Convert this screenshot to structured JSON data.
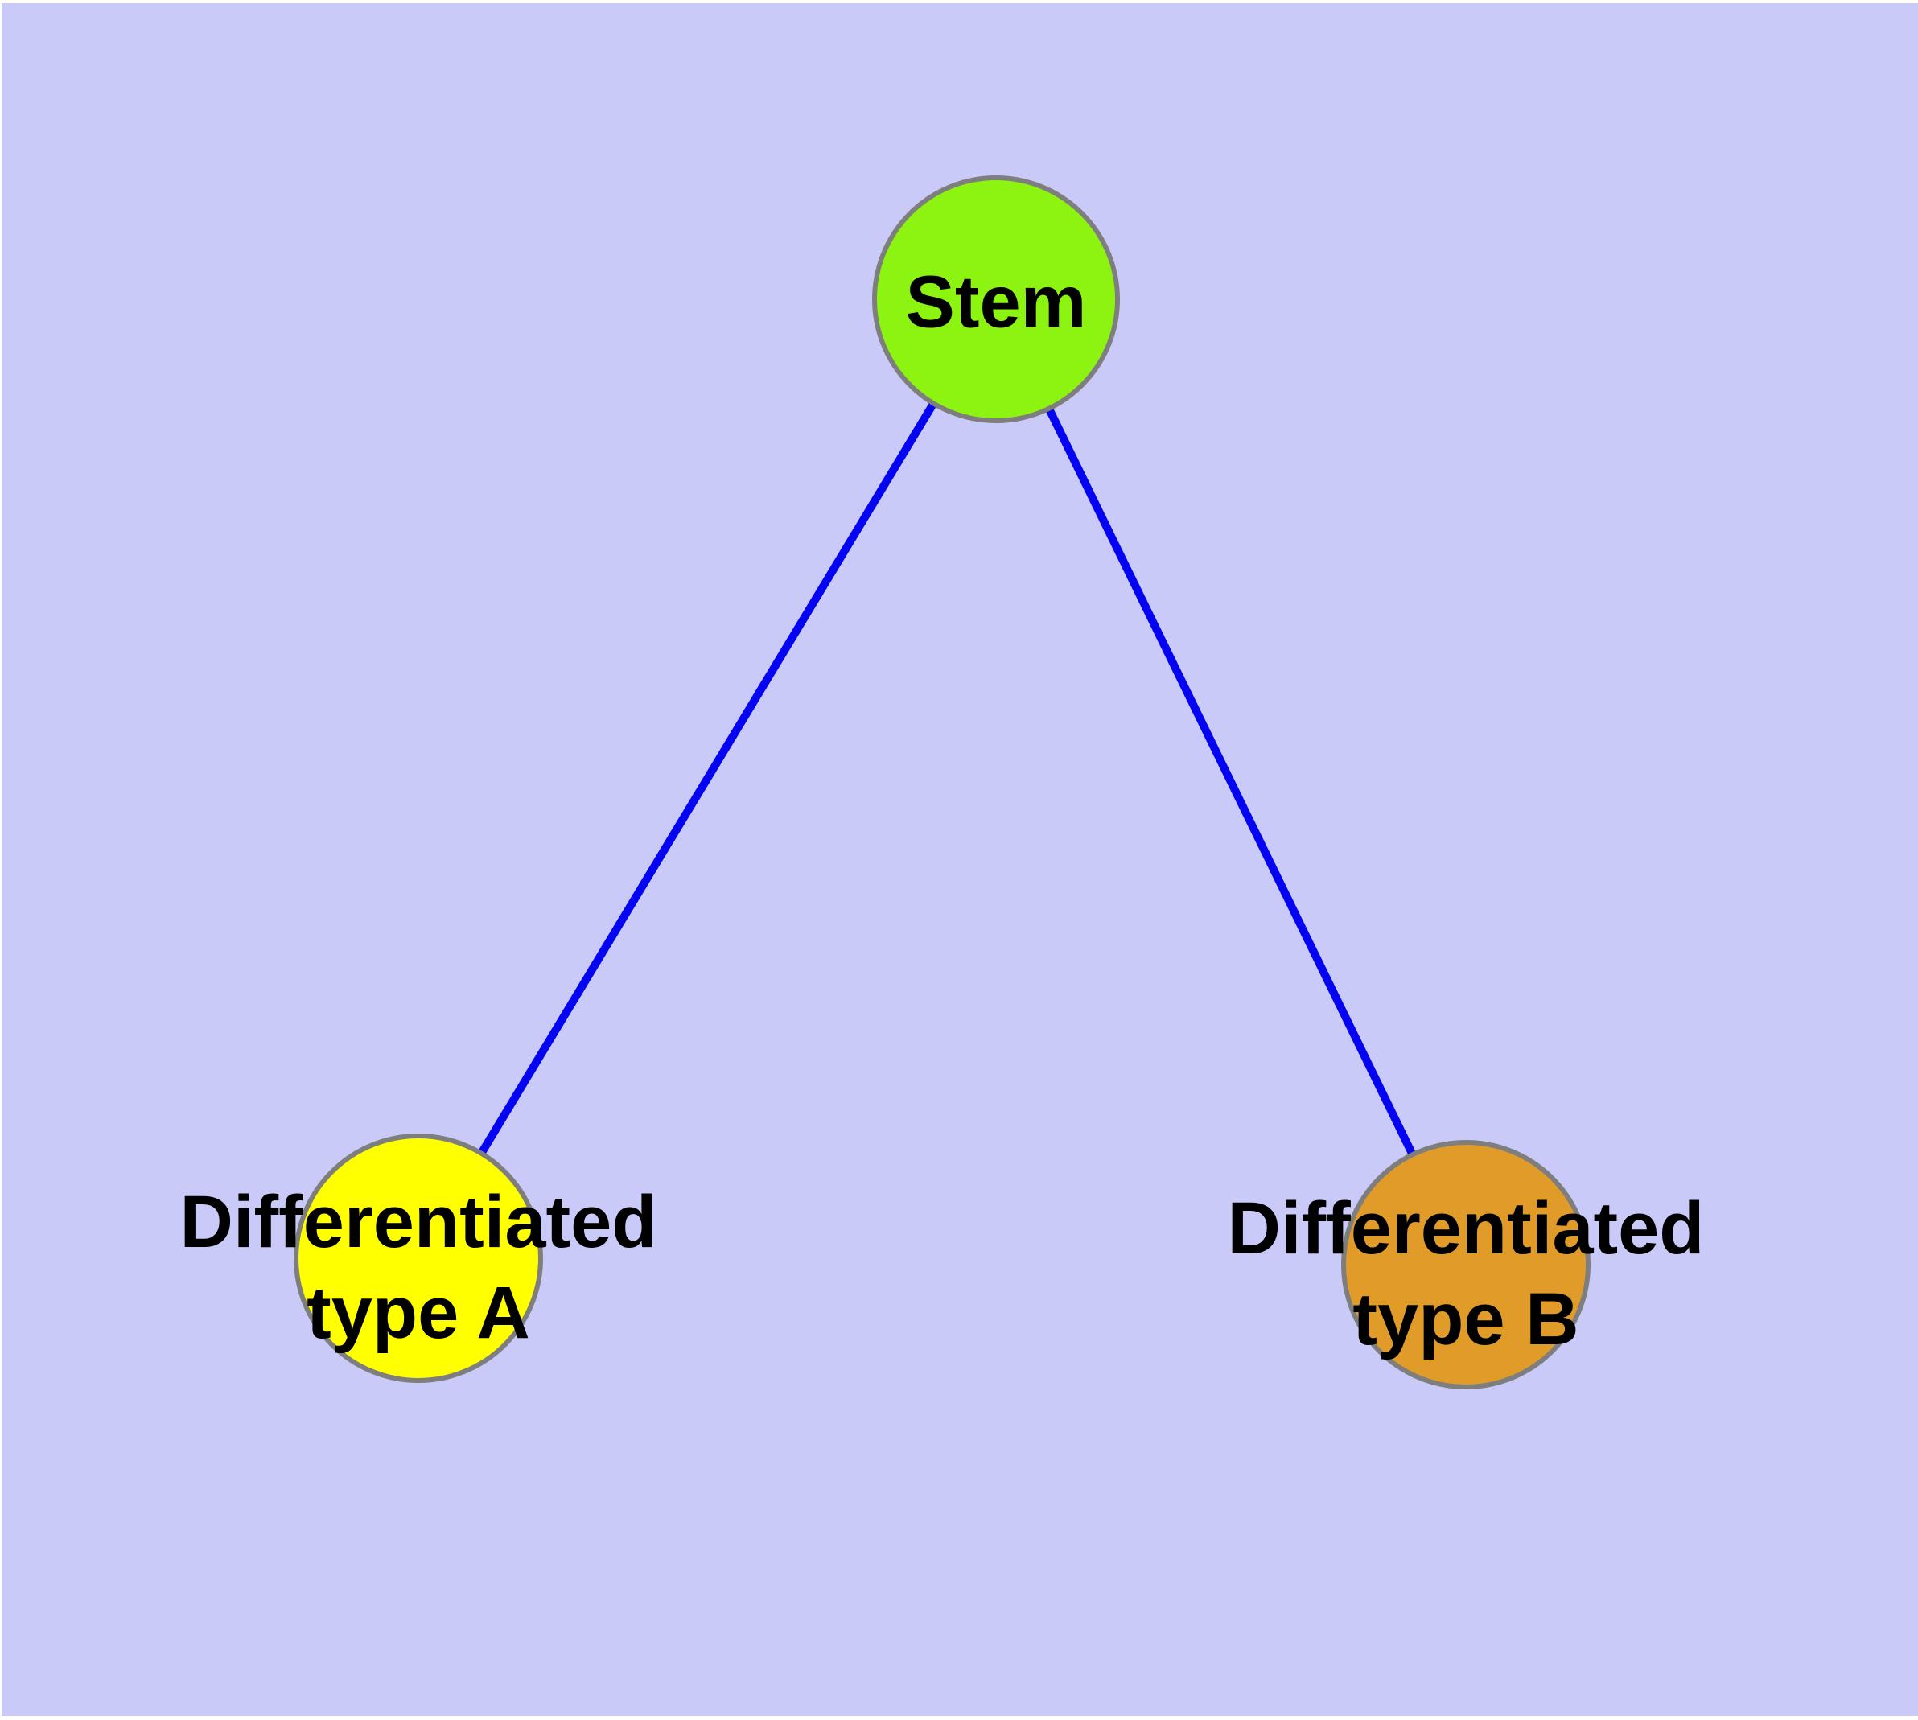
{
  "diagram": {
    "title": "",
    "background_color": "#CACAF8",
    "margin_color": "#FFFFFF",
    "edge_color": "#0404F2",
    "node_border_color": "#7E7E7E",
    "label_color": "#000000",
    "nodes": [
      {
        "id": "stem",
        "label": "Stem",
        "fill": "#8DF412"
      },
      {
        "id": "typeA",
        "label_line1": "Differentiated",
        "label_line2": "type A",
        "fill": "#FFFF00"
      },
      {
        "id": "typeB",
        "label_line1": "Differentiated",
        "label_line2": "type B",
        "fill": "#E09B28"
      }
    ],
    "edges": [
      {
        "from": "Stem",
        "to": "Differentiated type A"
      },
      {
        "from": "Stem",
        "to": "Differentiated type B"
      }
    ]
  }
}
